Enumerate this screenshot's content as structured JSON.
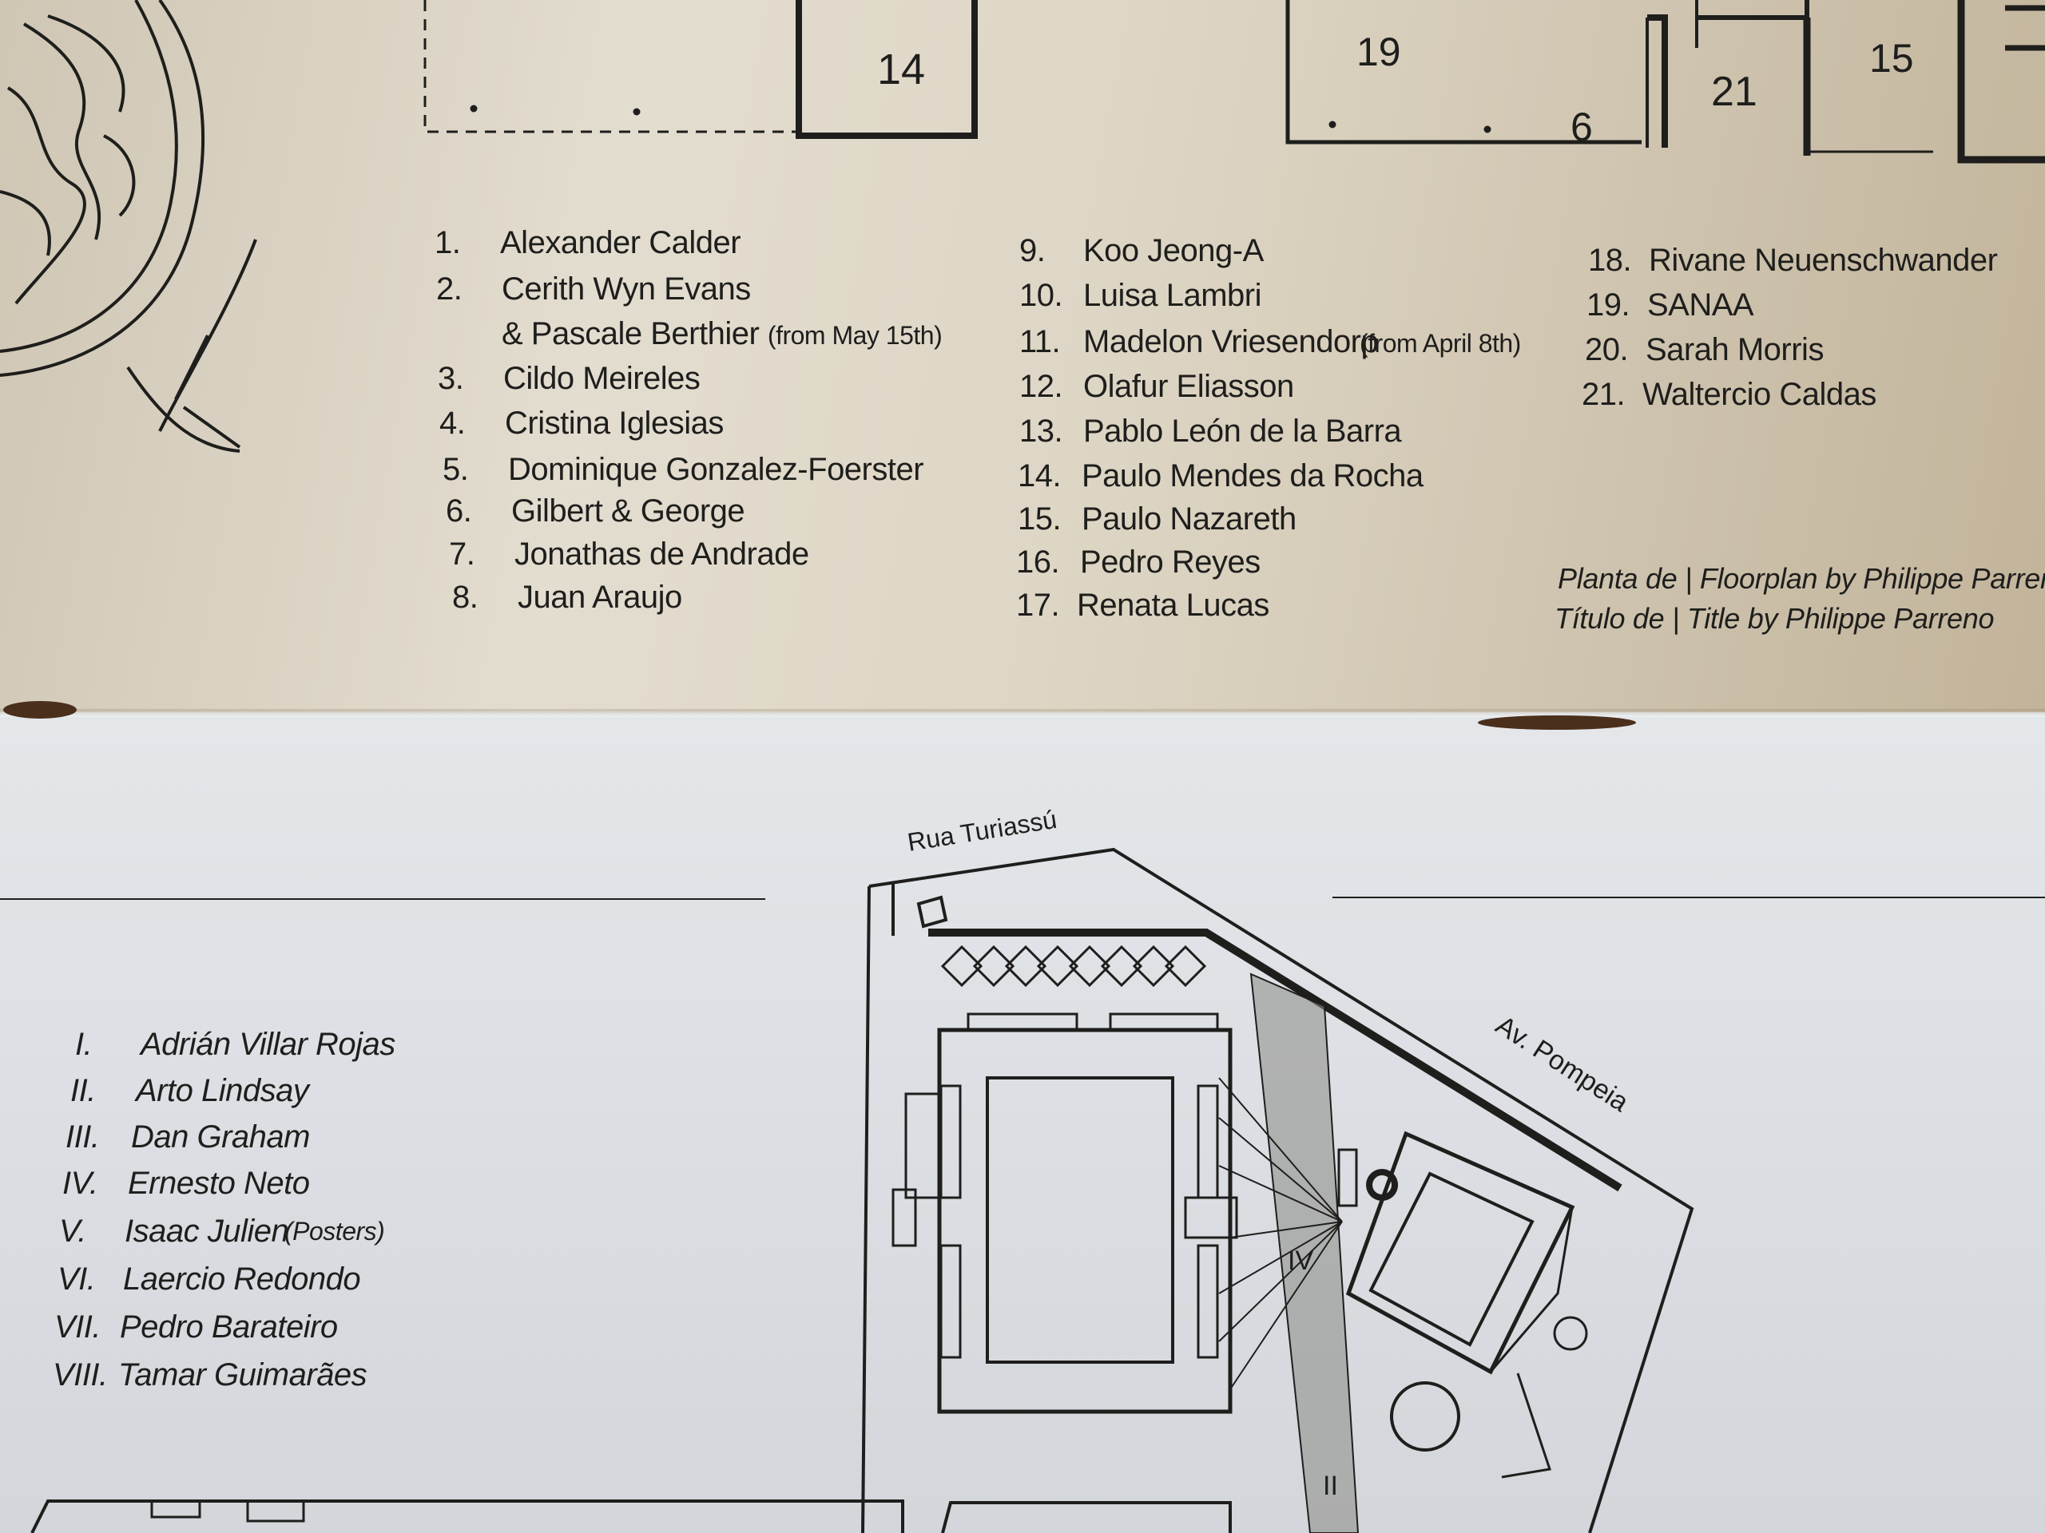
{
  "numbered_artists": [
    {
      "num": "1.",
      "name": "Alexander Calder"
    },
    {
      "num": "2.",
      "name": "Cerith Wyn Evans",
      "cont": "& Pascale Berthier",
      "note": "(from May 15th)"
    },
    {
      "num": "3.",
      "name": "Cildo Meireles"
    },
    {
      "num": "4.",
      "name": "Cristina Iglesias"
    },
    {
      "num": "5.",
      "name": "Dominique Gonzalez-Foerster"
    },
    {
      "num": "6.",
      "name": "Gilbert & George"
    },
    {
      "num": "7.",
      "name": "Jonathas de Andrade"
    },
    {
      "num": "8.",
      "name": "Juan Araujo"
    },
    {
      "num": "9.",
      "name": "Koo Jeong-A"
    },
    {
      "num": "10.",
      "name": "Luisa Lambri"
    },
    {
      "num": "11.",
      "name": "Madelon Vriesendorp",
      "note": "(from April 8th)"
    },
    {
      "num": "12.",
      "name": "Olafur Eliasson"
    },
    {
      "num": "13.",
      "name": "Pablo León de la Barra"
    },
    {
      "num": "14.",
      "name": "Paulo Mendes da Rocha"
    },
    {
      "num": "15.",
      "name": "Paulo Nazareth"
    },
    {
      "num": "16.",
      "name": "Pedro Reyes"
    },
    {
      "num": "17.",
      "name": "Renata Lucas"
    },
    {
      "num": "18.",
      "name": "Rivane Neuenschwander"
    },
    {
      "num": "19.",
      "name": "SANAA"
    },
    {
      "num": "20.",
      "name": "Sarah Morris"
    },
    {
      "num": "21.",
      "name": "Waltercio Caldas"
    }
  ],
  "credits": {
    "floorplan": "Planta de | Floorplan by Philippe Parreno",
    "title": "Título de | Title by Philippe Parreno"
  },
  "roman_artists": [
    {
      "num": "I.",
      "name": "Adrián Villar Rojas"
    },
    {
      "num": "II.",
      "name": "Arto Lindsay"
    },
    {
      "num": "III.",
      "name": "Dan Graham"
    },
    {
      "num": "IV.",
      "name": "Ernesto Neto"
    },
    {
      "num": "V.",
      "name": "Isaac Julien",
      "note": "(Posters)"
    },
    {
      "num": "VI.",
      "name": "Laercio Redondo"
    },
    {
      "num": "VII.",
      "name": "Pedro Barateiro"
    },
    {
      "num": "VIII.",
      "name": "Tamar Guimarães"
    }
  ],
  "plan_labels": {
    "room_14": "14",
    "room_19": "19",
    "room_6": "6",
    "room_21": "21",
    "room_15": "15",
    "street_1": "Rua Turiassú",
    "street_2": "Av. Pompeia",
    "marker_iv": "IV",
    "marker_ii": "II"
  },
  "colors": {
    "ink": "#1e1e1c",
    "paper_top": "#ddd5c4",
    "paper_bottom": "#dde0e4"
  }
}
